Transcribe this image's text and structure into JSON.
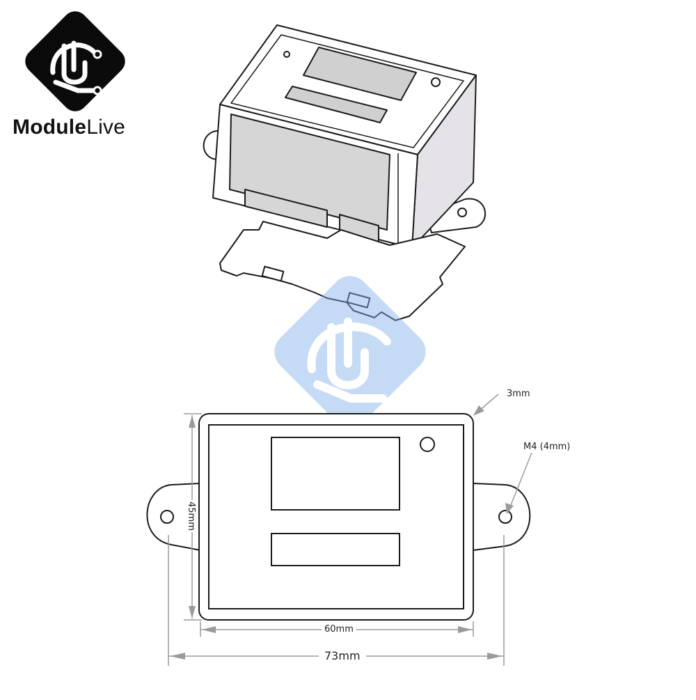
{
  "brand": {
    "name_bold": "Module",
    "name_light": "Live",
    "logo_icon": "modulelive-logo-icon",
    "watermark_icon": "modulelive-watermark-icon"
  },
  "dimensions": {
    "depth": "3mm",
    "hole": "M4 (4mm)",
    "height": "45mm",
    "inner_width": "60mm",
    "total_width": "73mm"
  },
  "colors": {
    "line": "#1a1a1a",
    "panel_gray": "#d6d6d6",
    "side_gray": "#e0dde3",
    "watermark_blue": "#7fb0ea"
  }
}
